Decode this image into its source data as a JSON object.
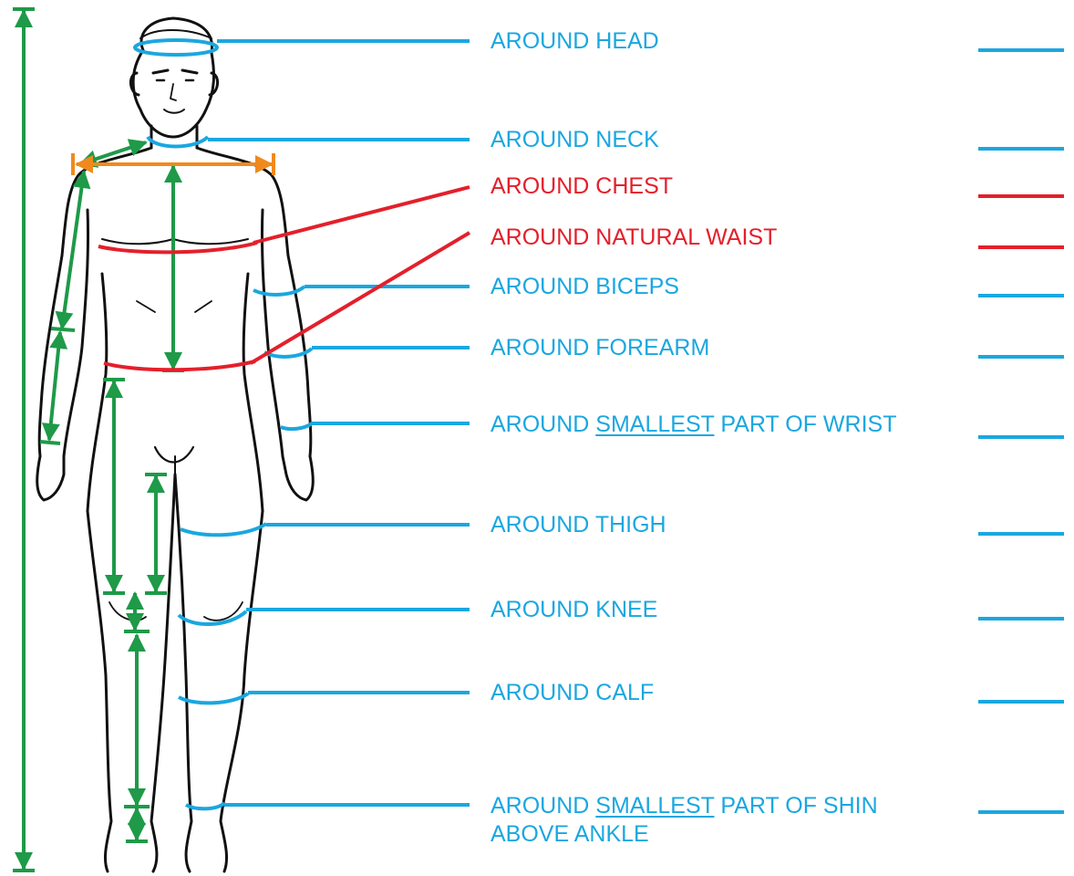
{
  "colors": {
    "blue": "#1aa7e0",
    "red": "#e3202b",
    "green": "#1e9a48",
    "orange": "#f08a1d",
    "outline": "#111111"
  },
  "figure": {
    "icon": "human-body-figure"
  },
  "measurements": [
    {
      "id": "head",
      "color": "blue",
      "text": "AROUND HEAD"
    },
    {
      "id": "neck",
      "color": "blue",
      "text": "AROUND NECK"
    },
    {
      "id": "chest",
      "color": "red",
      "text": "AROUND CHEST"
    },
    {
      "id": "waist",
      "color": "red",
      "text": "AROUND NATURAL WAIST"
    },
    {
      "id": "biceps",
      "color": "blue",
      "text": "AROUND BICEPS"
    },
    {
      "id": "forearm",
      "color": "blue",
      "text": "AROUND FOREARM"
    },
    {
      "id": "wrist",
      "color": "blue",
      "pre": "AROUND ",
      "underlined": "SMALLEST",
      "post": " PART OF WRIST"
    },
    {
      "id": "thigh",
      "color": "blue",
      "text": "AROUND THIGH"
    },
    {
      "id": "knee",
      "color": "blue",
      "text": "AROUND KNEE"
    },
    {
      "id": "calf",
      "color": "blue",
      "text": "AROUND CALF"
    },
    {
      "id": "shin",
      "color": "blue",
      "pre": "AROUND ",
      "underlined": "SMALLEST",
      "post": " PART OF SHIN",
      "line2": "ABOVE ANKLE"
    }
  ]
}
